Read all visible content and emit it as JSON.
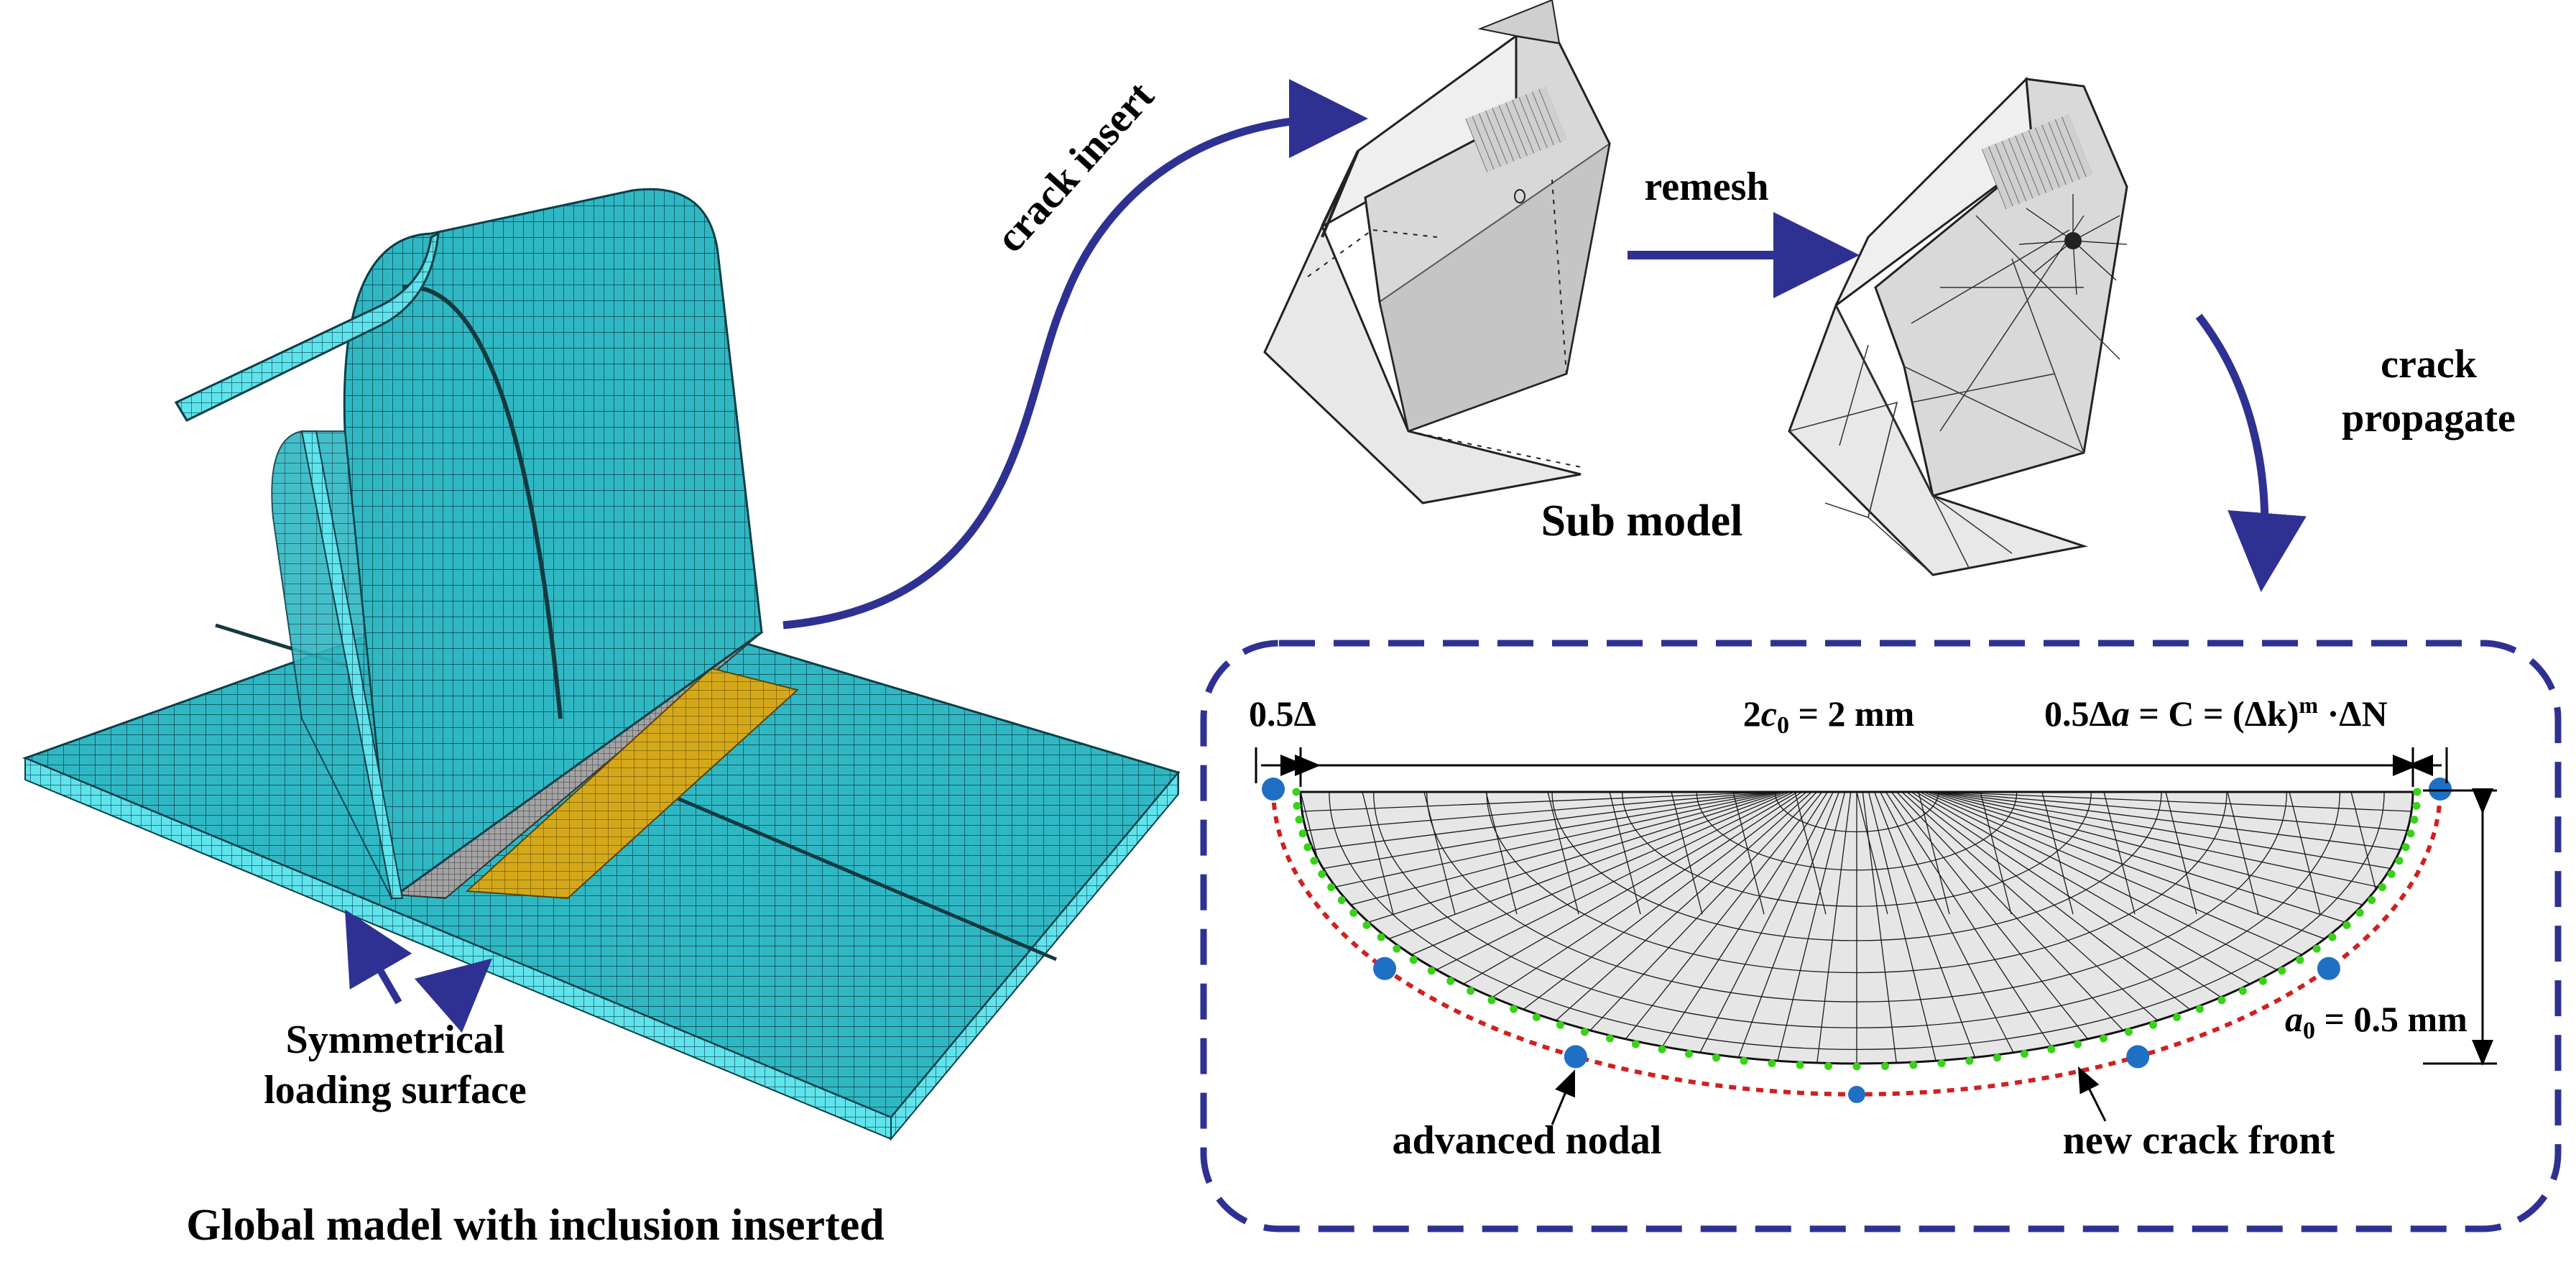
{
  "labels": {
    "crack_insert": "crack insert",
    "remesh": "remesh",
    "crack_propagate_1": "crack",
    "crack_propagate_2": "propagate",
    "sub_model": "Sub model",
    "symmetrical_1": "Symmetrical",
    "symmetrical_2": "loading surface",
    "global_caption": "Global madel with inclusion inserted",
    "half_delta": "0.5Δ",
    "width": {
      "pre": "2",
      "italic": "c",
      "sub": "0",
      "post": " = 2 mm"
    },
    "law": {
      "pre": "0.5Δ",
      "italic": "a",
      "mid": " = C = (Δk)",
      "sup": "m",
      "post": " ·ΔN"
    },
    "depth": {
      "italic": "a",
      "sub": "0",
      "post": " = 0.5 mm"
    },
    "advanced_nodal": "advanced nodal",
    "new_crack_front": "new crack front"
  },
  "colors": {
    "mesh_cyan": "#2fb8c4",
    "mesh_cyan_light": "#62e6ee",
    "weld_gray": "#9a9a9a",
    "inclusion_gold": "#d4a81a",
    "arrow_navy": "#2e3192",
    "node_blue": "#1f6fc5",
    "crack_front_red": "#d02020",
    "crack_node_green": "#39d11a",
    "crack_fill": "#e6e6e6",
    "submodel_gray": "#d9d9d9"
  }
}
